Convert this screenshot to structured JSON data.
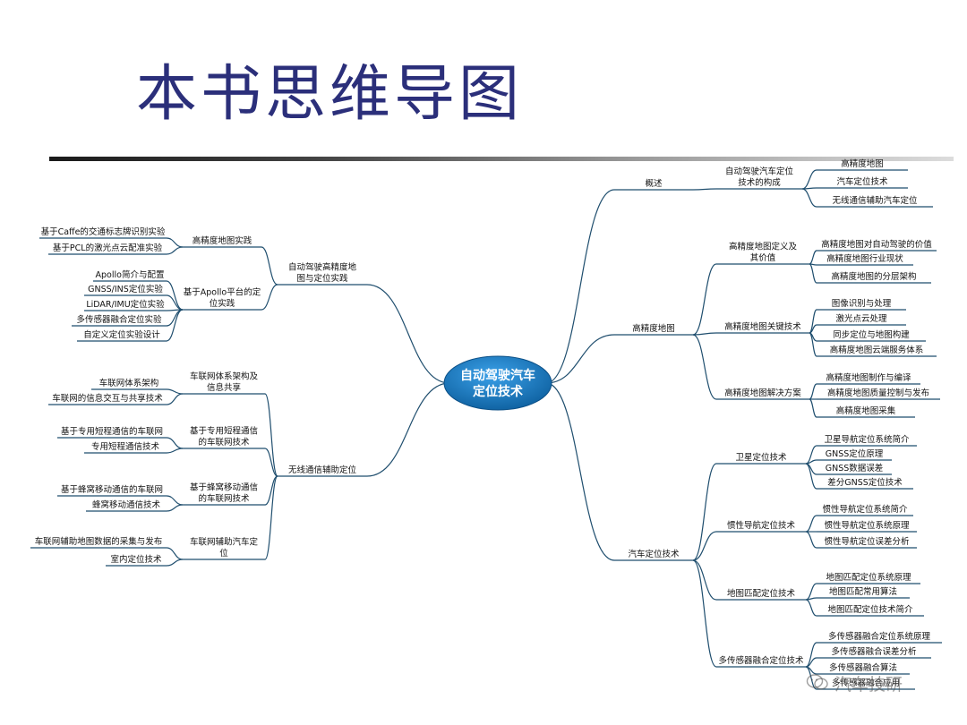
{
  "title": "本书思维导图",
  "watermark": "汽车技研",
  "colors": {
    "title": "#2b2f7a",
    "branch": "#1f4e6e",
    "center": "#1a7fc8",
    "underline": "#1f4e6e"
  },
  "mindmap": {
    "center": [
      "自动驾驶汽车",
      "定位技术"
    ],
    "right": [
      {
        "label": [
          "概述"
        ],
        "children": [
          {
            "label": [
              "自动驾驶汽车定位",
              "技术的构成"
            ],
            "children": [
              "高精度地图",
              "汽车定位技术",
              "无线通信辅助汽车定位"
            ]
          }
        ]
      },
      {
        "label": [
          "高精度地图"
        ],
        "children": [
          {
            "label": [
              "高精度地图定义及",
              "其价值"
            ],
            "children": [
              "高精度地图对自动驾驶的价值",
              "高精度地图行业现状",
              "高精度地图的分层架构"
            ]
          },
          {
            "label": [
              "高精度地图关键技术"
            ],
            "children": [
              "图像识别与处理",
              "激光点云处理",
              "同步定位与地图构建",
              "高精度地图云端服务体系"
            ]
          },
          {
            "label": [
              "高精度地图解决方案"
            ],
            "children": [
              "高精度地图制作与编译",
              "高精度地图质量控制与发布",
              "高精度地图采集"
            ]
          }
        ]
      },
      {
        "label": [
          "汽车定位技术"
        ],
        "children": [
          {
            "label": [
              "卫星定位技术"
            ],
            "children": [
              "卫星导航定位系统简介",
              "GNSS定位原理",
              "GNSS数据误差",
              "差分GNSS定位技术"
            ]
          },
          {
            "label": [
              "惯性导航定位技术"
            ],
            "children": [
              "惯性导航定位系统简介",
              "惯性导航定位系统原理",
              "惯性导航定位误差分析"
            ]
          },
          {
            "label": [
              "地图匹配定位技术"
            ],
            "children": [
              "地图匹配定位系统原理",
              "地图匹配常用算法",
              "地图匹配定位技术简介"
            ]
          },
          {
            "label": [
              "多传感器融合定位技术"
            ],
            "children": [
              "多传感器融合定位系统原理",
              "多传感器融合误差分析",
              "多传感器融合算法",
              "多传感器融合应用"
            ]
          }
        ]
      }
    ],
    "left": [
      {
        "label": [
          "自动驾驶高精度地",
          "图与定位实践"
        ],
        "children": [
          {
            "label": [
              "高精度地图实践"
            ],
            "children": [
              "基于Caffe的交通标志牌识别实验",
              "基于PCL的激光点云配准实验"
            ]
          },
          {
            "label": [
              "基于Apollo平台的定",
              "位实践"
            ],
            "children": [
              "Apollo简介与配置",
              "GNSS/INS定位实验",
              "LiDAR/IMU定位实验",
              "多传感器融合定位实验",
              "自定义定位实验设计"
            ]
          }
        ]
      },
      {
        "label": [
          "无线通信辅助定位"
        ],
        "children": [
          {
            "label": [
              "车联网体系架构及",
              "信息共享"
            ],
            "children": [
              "车联网体系架构",
              "车联网的信息交互与共享技术"
            ]
          },
          {
            "label": [
              "基于专用短程通信",
              "的车联网技术"
            ],
            "children": [
              "基于专用短程通信的车联网",
              "专用短程通信技术"
            ]
          },
          {
            "label": [
              "基于蜂窝移动通信",
              "的车联网技术"
            ],
            "children": [
              "基于蜂窝移动通信的车联网",
              "蜂窝移动通信技术"
            ]
          },
          {
            "label": [
              "车联网辅助汽车定",
              "位"
            ],
            "children": [
              "车联网辅助地图数据的采集与发布",
              "室内定位技术"
            ]
          }
        ]
      }
    ]
  }
}
